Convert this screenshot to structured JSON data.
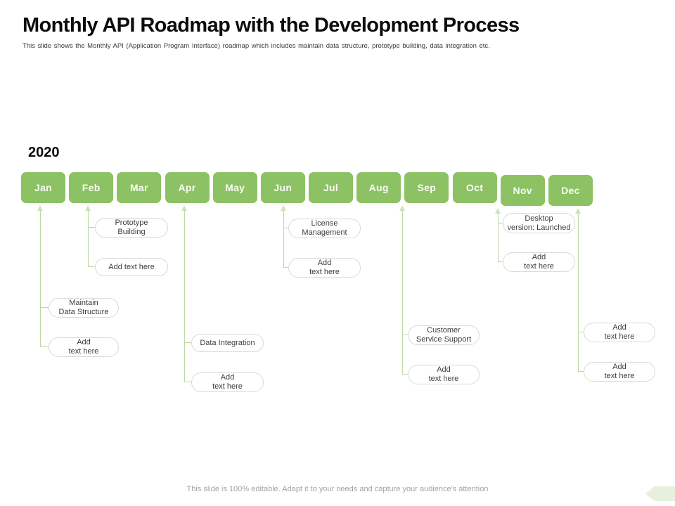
{
  "slide": {
    "title": "Monthly API Roadmap with the Development Process",
    "subtitle": "This slide shows the Monthly API (Application Program Interface) roadmap which includes maintain data structure, prototype building, data integration etc.",
    "footer": "This slide is 100% editable. Adapt it to your needs and capture your audience's attention"
  },
  "timeline": {
    "year": "2020",
    "months": [
      "Jan",
      "Feb",
      "Mar",
      "Apr",
      "May",
      "Jun",
      "Jul",
      "Aug",
      "Sep",
      "Oct",
      "Nov",
      "Dec"
    ]
  },
  "callouts": [
    {
      "month": "Feb",
      "text": "Prototype\nBuilding"
    },
    {
      "month": "Feb",
      "text": "Add text here"
    },
    {
      "month": "Jan",
      "text": "Maintain\nData Structure"
    },
    {
      "month": "Jan",
      "text": "Add\ntext here"
    },
    {
      "month": "Apr",
      "text": "Data Integration"
    },
    {
      "month": "Apr",
      "text": "Add\ntext here"
    },
    {
      "month": "Jun",
      "text": "License\nManagement"
    },
    {
      "month": "Jun",
      "text": "Add\ntext here"
    },
    {
      "month": "Sep",
      "text": "Customer\nService Support"
    },
    {
      "month": "Sep",
      "text": "Add\ntext here"
    },
    {
      "month": "Nov",
      "text": "Desktop\nversion: Launched"
    },
    {
      "month": "Nov",
      "text": "Add\ntext here"
    },
    {
      "month": "Dec",
      "text": "Add\ntext here"
    },
    {
      "month": "Dec",
      "text": "Add\ntext here"
    }
  ],
  "colors": {
    "month_green": "#8CC263",
    "connector_green": "#BDD8A3",
    "arrow_green": "#CFE3BB",
    "callout_border": "#D8DDD0",
    "callout_text": "#3D3D3D",
    "footer_gray": "#A3A3A3",
    "corner_decoration": "#E6F0DC"
  }
}
